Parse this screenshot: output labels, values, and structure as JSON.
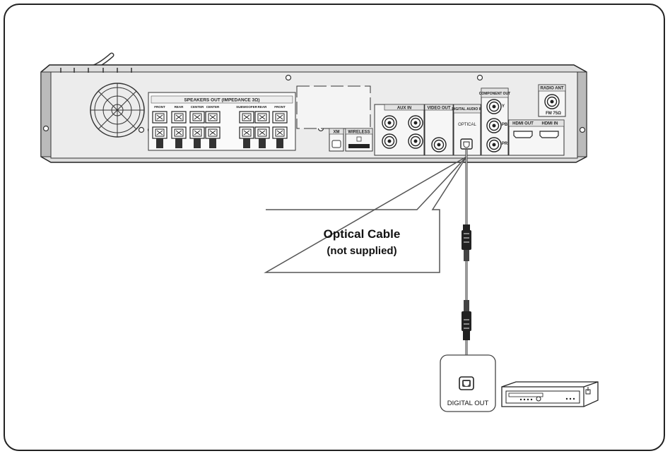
{
  "callout": {
    "title": "Optical Cable",
    "subtitle": "(not supplied)"
  },
  "receiver": {
    "speakers_header": "SPEAKERS OUT (IMPEDANCE 3Ω)",
    "speaker_labels": [
      "FRONT",
      "REAR",
      "CENTER",
      "CENTER",
      "SUBWOOFER",
      "REAR",
      "FRONT"
    ],
    "xm": "XM",
    "wireless": "WIRELESS",
    "aux_in": "AUX IN",
    "video_out": "VIDEO OUT",
    "digital_audio_in": "DIGITAL AUDIO IN",
    "optical": "OPTICAL",
    "component_out": "COMPONENT OUT",
    "comp_y": "Y",
    "comp_pb": "PB",
    "comp_pr": "PR",
    "radio_ant": "RADIO ANT",
    "fm": "FM 75Ω",
    "hdmi_out": "HDMI OUT",
    "hdmi_in": "HDMI IN"
  },
  "source": {
    "digital_out_label": "DIGITAL OUT"
  }
}
